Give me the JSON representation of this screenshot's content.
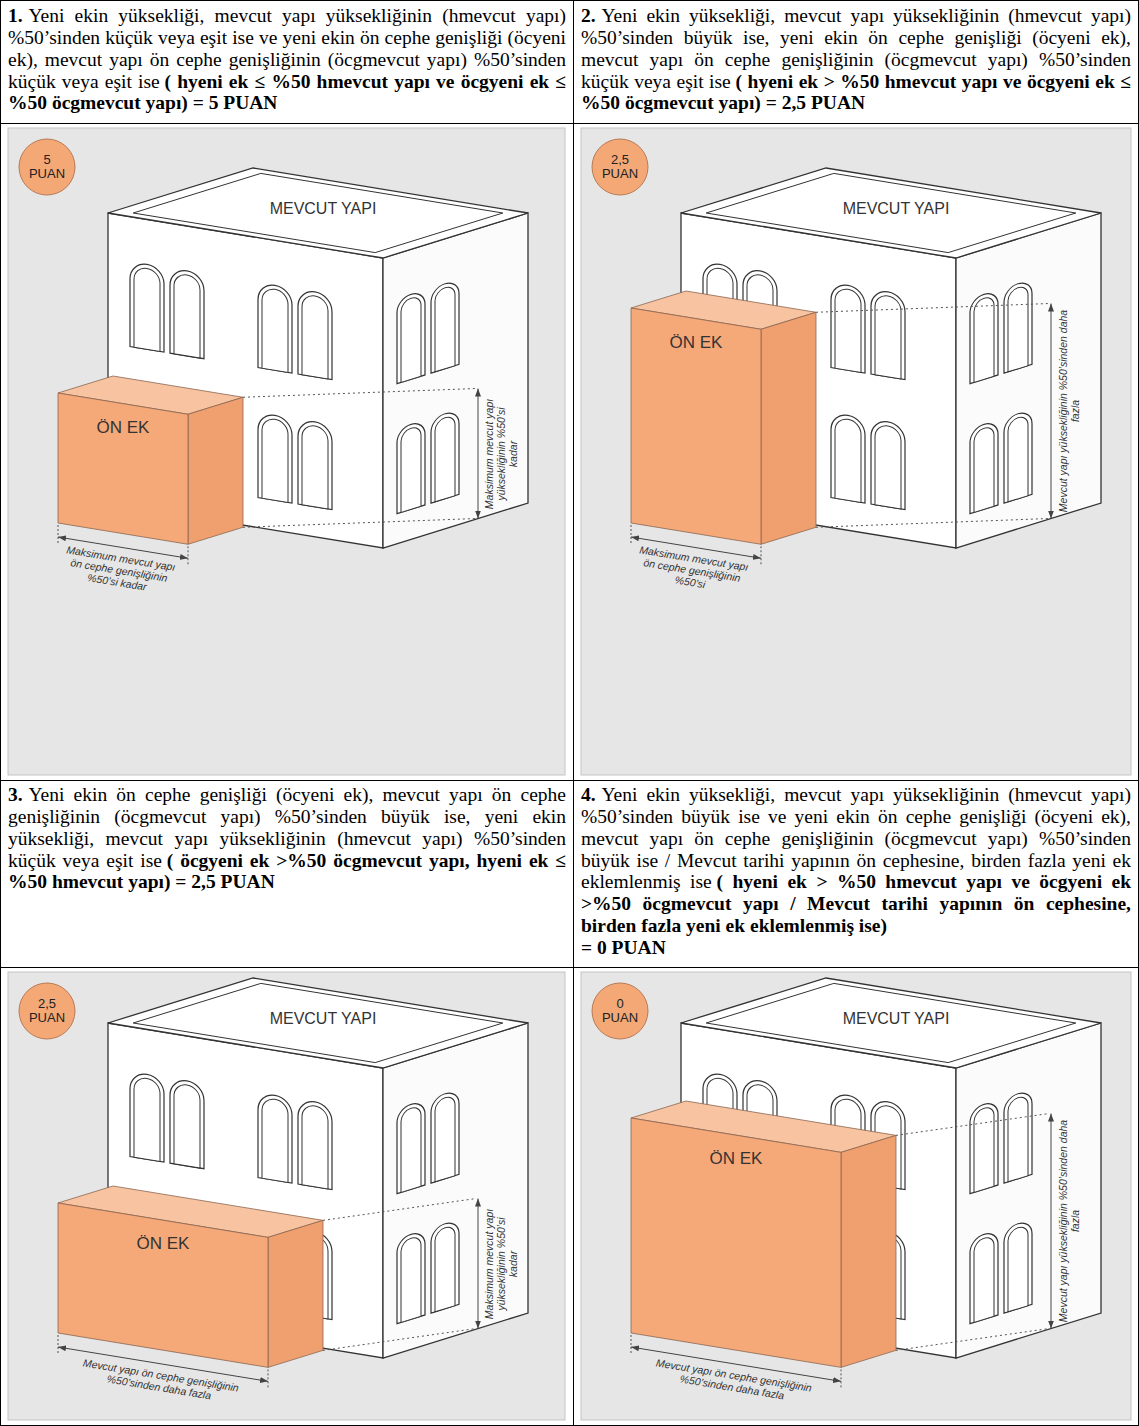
{
  "diagram": {
    "nodes": [
      {
        "text": [
          "1.",
          "Yeni ekin yüksekliği, mevcut yapı yüksekliğinin (hmevcut yapı) %50’sinden küçük veya eşit ise ve yeni ekin ön cephe genişliği (öcyeni ek), mevcut yapı ön cephe genişliğinin (öcgmevcut yapı) %50’sinden küçük veya eşit ise",
          "( hyeni ek ≤ %50 hmevcut yapı ve öcgyeni ek ≤ %50 öcgmevcut yapı) = 5 PUAN"
        ]
      },
      {
        "text": [
          "2.",
          "Yeni ekin yüksekliği, mevcut yapı yüksekliğinin (hmevcut yapı) %50’sinden büyük ise, yeni ekin ön cephe genişliği (öcyeni ek), mevcut yapı ön cephe genişliğinin (öcgmevcut yapı) %50’sinden küçük veya eşit ise",
          "( hyeni ek > %50 hmevcut yapı ve öcgyeni ek ≤ %50 öcgmevcut yapı) = 2,5 PUAN"
        ]
      },
      {
        "text": [
          "5 PUAN"
        ]
      },
      {
        "text": [
          "MEVCUT YAPI"
        ]
      },
      {
        "text": [
          "ÖN EK"
        ]
      },
      {
        "text": [
          "2,5 PUAN"
        ]
      },
      {
        "text": [
          "MEVCUT YAPI"
        ]
      },
      {
        "text": [
          "ÖN EK"
        ]
      },
      {
        "text": [
          "3.",
          "Yeni ekin ön cephe genişliği (öcyeni ek), mevcut yapı ön cephe genişliğinin (öcgmevcut yapı) %50’sinden büyük ise, yeni ekin yüksekliği, mevcut yapı yüksekliğinin (hmevcut yapı) %50’sinden küçük veya eşit ise",
          "( öcgyeni ek >%50 öcgmevcut yapı, hyeni ek ≤ %50 hmevcut yapı) = 2,5 PUAN"
        ]
      },
      {
        "text": [
          "4.",
          "Yeni ekin yüksekliği, mevcut yapı yüksekliğinin (hmevcut yapı) %50’sinden büyük ise ve yeni ekin ön cephe genişliği (öcyeni ek), mevcut yapı ön cephe genişliğinin (öcgmevcut yapı) %50’sinden büyük ise / Mevcut tarihi yapının ön cephesine, birden fazla yeni ek eklemlenmiş ise",
          "( hyeni ek > %50 hmevcut yapı ve öcgyeni ek >%50 öcgmevcut yapı / Mevcut tarihi yapının ön cephesine, birden fazla yeni ek eklemlenmiş ise)",
          "= 0 PUAN"
        ]
      },
      {
        "text": [
          "2,5 PUAN"
        ]
      },
      {
        "text": [
          "MEVCUT YAPI"
        ]
      },
      {
        "text": [
          "ÖN EK"
        ]
      },
      {
        "text": [
          "0 PUAN"
        ]
      },
      {
        "text": [
          "MEVCUT YAPI"
        ]
      },
      {
        "text": [
          "ÖN EK"
        ]
      }
    ],
    "labels": [
      "Maksimum mevcut yapı yüksekliğinin %50’si kadar",
      "Maksimum mevcut yapı ön cephe genişliğinin %50’si kadar",
      "Mevcut yapı yüksekliğinin %50’sinden daha fazla",
      "Maksimum mevcut yapı ön cephe genişliğinin %50’si",
      "Maksimum mevcut yapı yüksekliğinin %50’si kadar",
      "Mevcut yapı ön cephe genişliğinin %50’sinden daha fazla",
      "Mevcut yapı yüksekliğinin %50’sinden daha fazla",
      "Mevcut yapı ön cephe genişliğinin %50’sinden daha fazla"
    ]
  }
}
